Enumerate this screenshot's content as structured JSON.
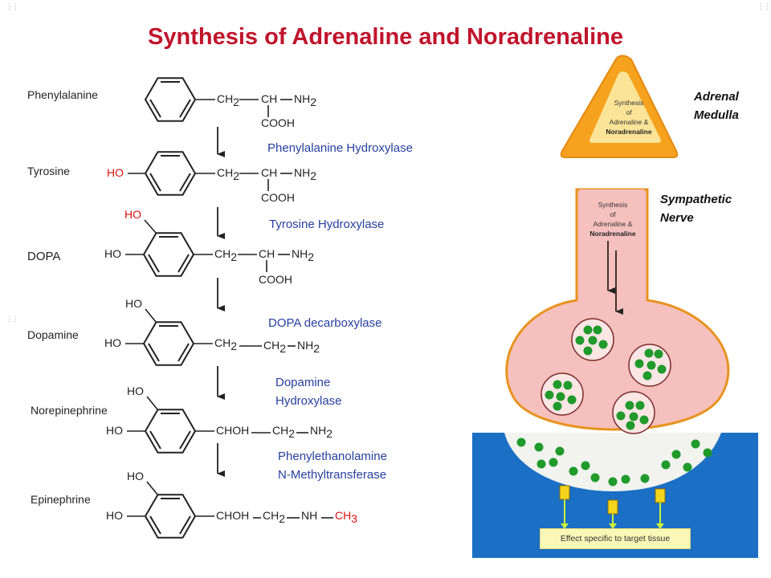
{
  "title": "Synthesis of Adrenaline and Noradrenaline",
  "molecules": [
    {
      "name": "Phenylalanine"
    },
    {
      "name": "Tyrosine"
    },
    {
      "name": "DOPA"
    },
    {
      "name": "Dopamine"
    },
    {
      "name": "Norepinephrine"
    },
    {
      "name": "Epinephrine"
    }
  ],
  "enzymes": [
    {
      "lines": [
        "Phenylalanine Hydroxylase"
      ]
    },
    {
      "lines": [
        "Tyrosine Hydroxylase"
      ]
    },
    {
      "lines": [
        "DOPA decarboxylase"
      ]
    },
    {
      "lines": [
        "Dopamine",
        "Hydroxylase"
      ]
    },
    {
      "lines": [
        "Phenylethanolamine",
        "N-Methyltransferase"
      ]
    }
  ],
  "chem": {
    "ch2": "CH",
    "ch": "CH",
    "nh2": "NH",
    "cooh": "COOH",
    "ho": "HO",
    "choh_ch": "CH",
    "choh_oh": "OH",
    "choh": "CHOH",
    "nh": "NH",
    "ch3": "CH",
    "sub2": "2",
    "sub3": "3"
  },
  "labels": {
    "adrenal": [
      "Adrenal",
      "Medulla"
    ],
    "sympathetic": [
      "Sympathetic",
      "Nerve"
    ]
  },
  "synthesis_box": [
    "Synthesis",
    "of",
    "Adrenaline &",
    "Noradrenaline"
  ],
  "effect": "Effect specific to target tissue",
  "colors": {
    "title": "#c0142b",
    "enzyme": "#2740a0",
    "highlight": "#dd1111",
    "adrenal_outer": "#f6a21e",
    "adrenal_inner": "#fbe497",
    "nerve_fill": "#f5c0bd",
    "nerve_border": "#e8931f",
    "vesicle_dot": "#1f9a2b",
    "tissue_blue": "#1b6fc4"
  }
}
